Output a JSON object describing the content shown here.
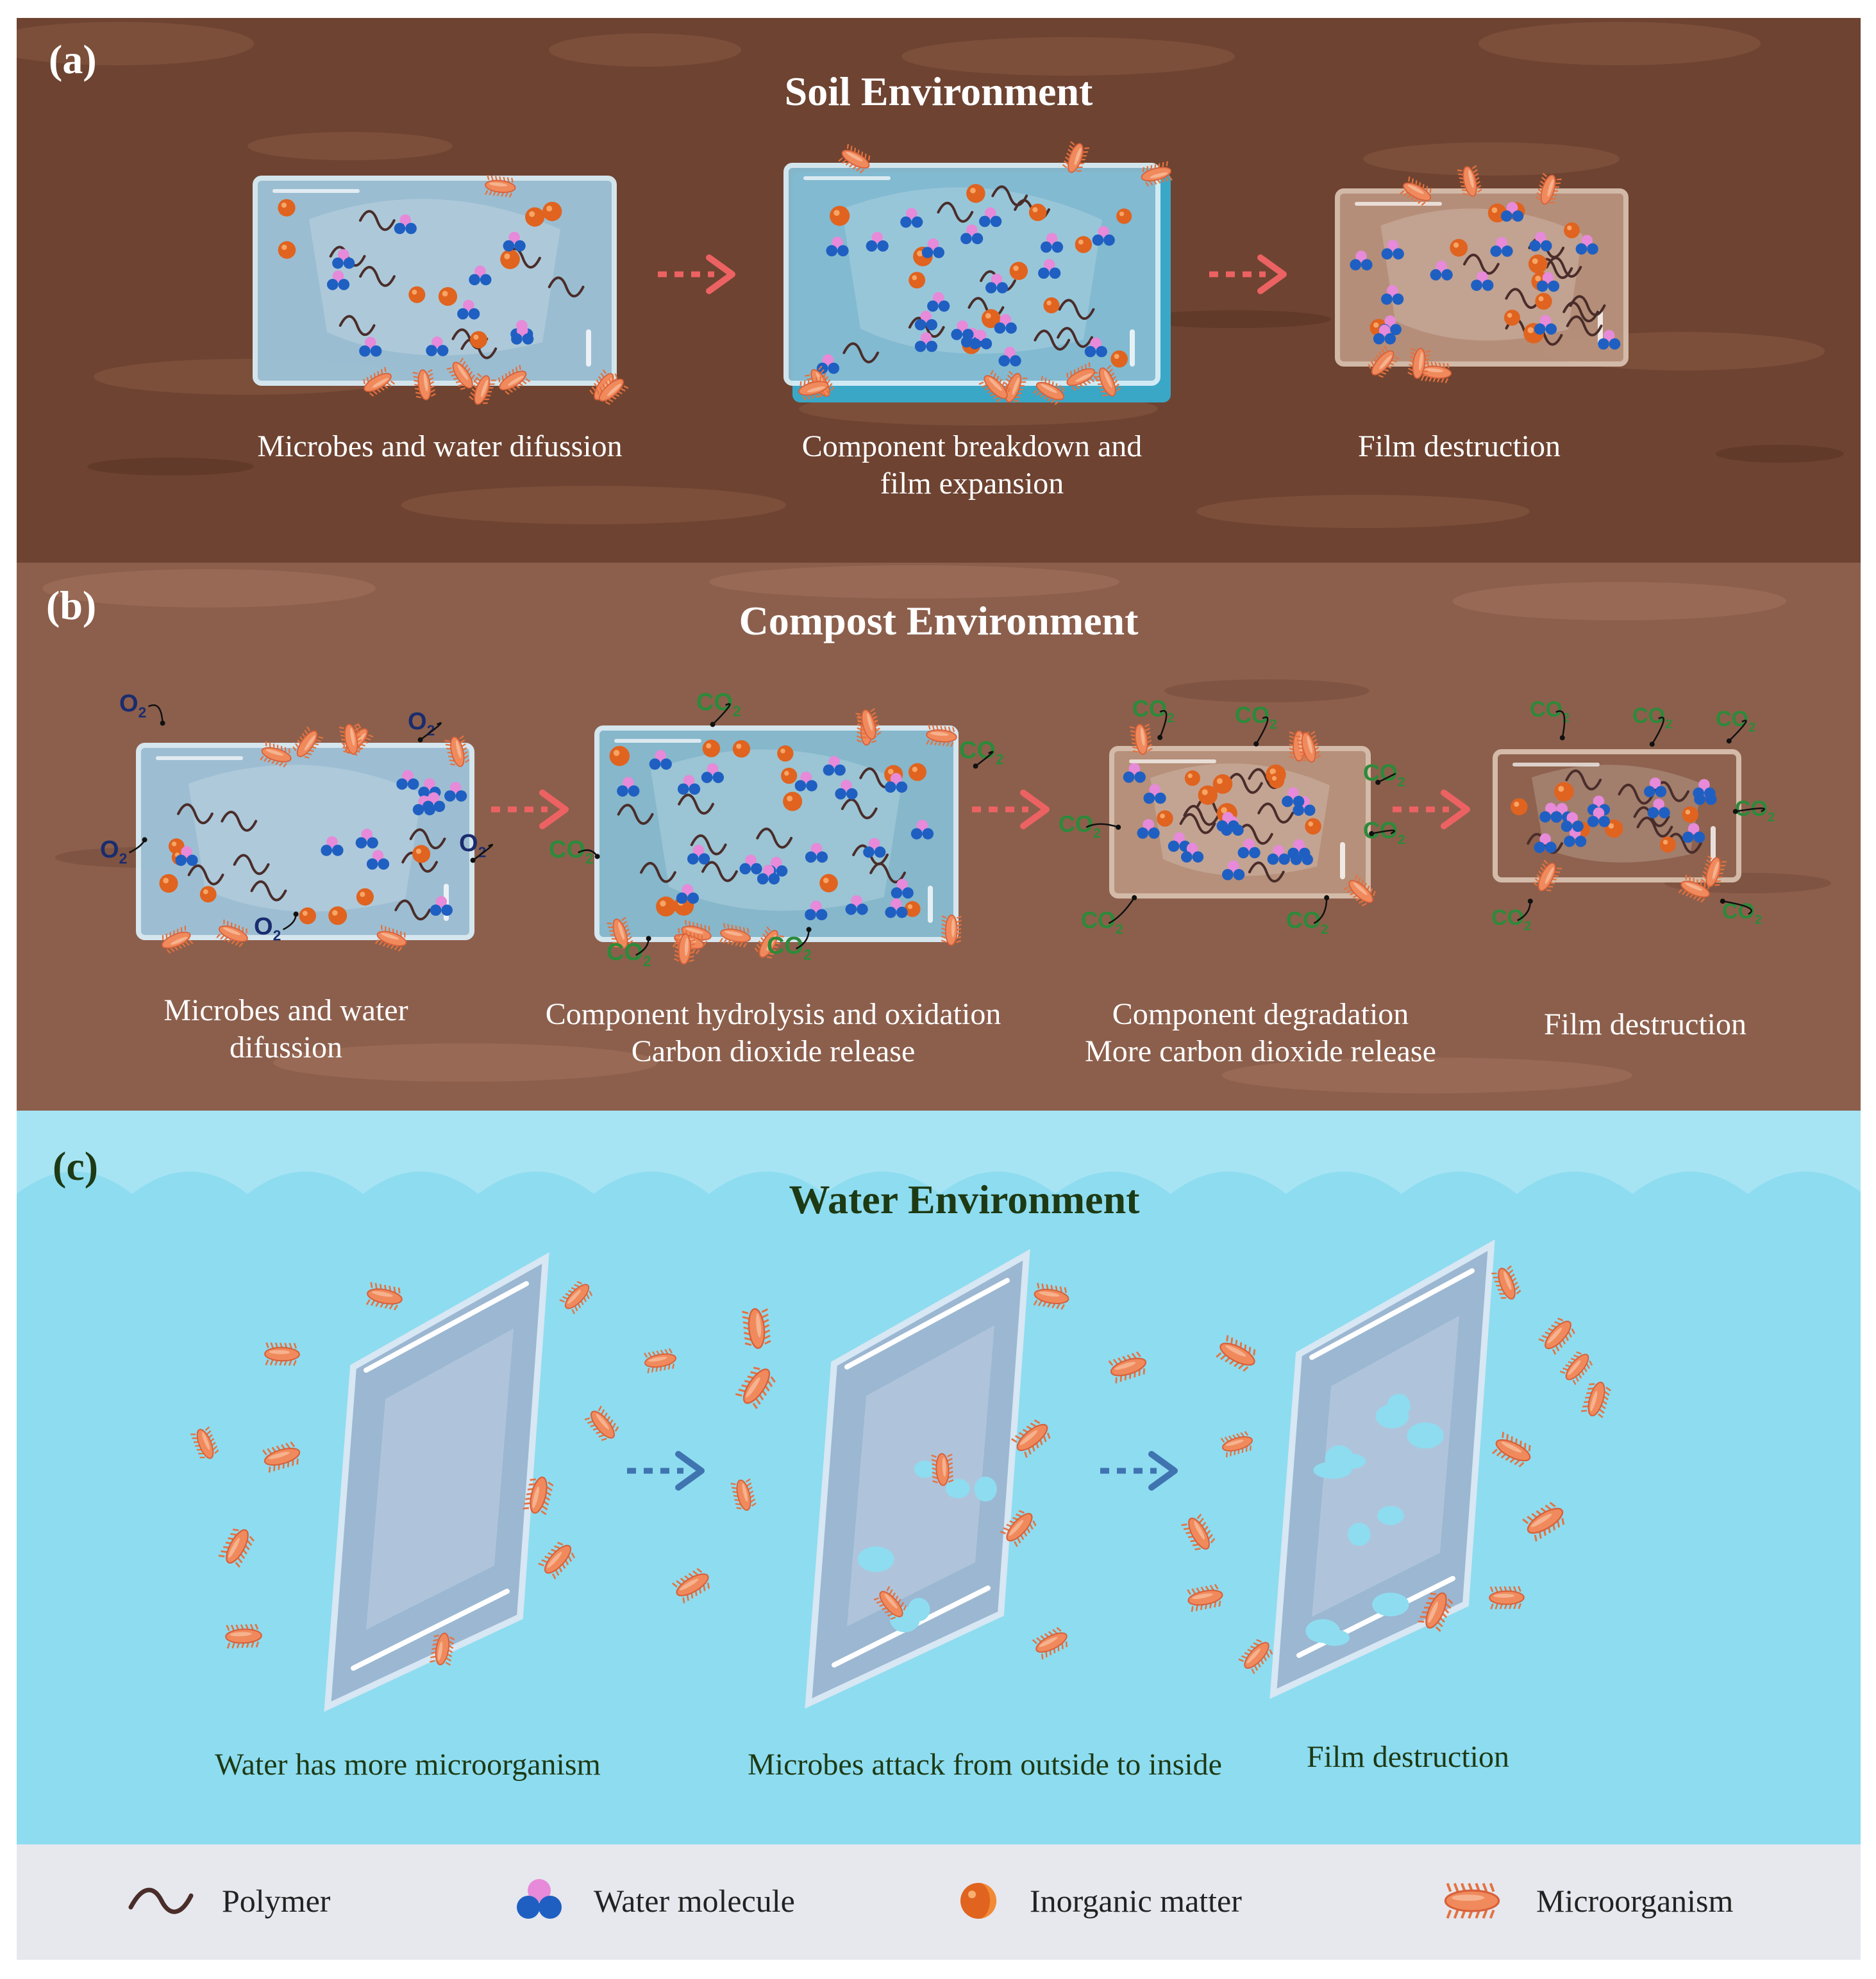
{
  "panels": {
    "soil": {
      "label": "(a)",
      "title": "Soil Environment",
      "captions": [
        [
          "Microbes and water difussion"
        ],
        [
          "Component breakdown and",
          "film expansion"
        ],
        [
          "Film destruction"
        ]
      ]
    },
    "compost": {
      "label": "(b)",
      "title": "Compost Environment",
      "captions": [
        [
          "Microbes and water",
          "difussion"
        ],
        [
          "Component hydrolysis and oxidation",
          "Carbon dioxide release"
        ],
        [
          "Component degradation",
          "More carbon dioxide release"
        ],
        [
          "Film destruction"
        ]
      ],
      "oxygen_label": "O",
      "oxygen_sub": "2",
      "co2_label": "CO",
      "co2_sub": "2"
    },
    "water": {
      "label": "(c)",
      "title": "Water Environment",
      "captions": [
        [
          "Water has more microorganism"
        ],
        [
          "Microbes attack from outside to inside"
        ],
        [
          "Film destruction"
        ]
      ]
    }
  },
  "legend": {
    "items": [
      {
        "label": "Polymer",
        "icon": "polymer-wave-icon"
      },
      {
        "label": "Water molecule",
        "icon": "water-molecule-icon"
      },
      {
        "label": "Inorganic matter",
        "icon": "inorganic-matter-icon"
      },
      {
        "label": "Microorganism",
        "icon": "microorganism-icon"
      }
    ]
  },
  "colors": {
    "soil_bg": "#6e4331",
    "compost_bg": "#8c5f4c",
    "water_bg": "#8edcf0",
    "film_blue": "#9ec4da",
    "film_brown": "#b9937d",
    "arrow_red": "#ec6262",
    "arrow_blue": "#3f74b0",
    "inorganic": "#e0631f",
    "water_molecule_pink": "#e68ad9",
    "water_molecule_blue": "#1f5fc2",
    "polymer": "#4a2d2a",
    "microorganism": "#f08a5c",
    "co2_green": "#2c8a3a",
    "o2_navy": "#1a2c6e"
  }
}
